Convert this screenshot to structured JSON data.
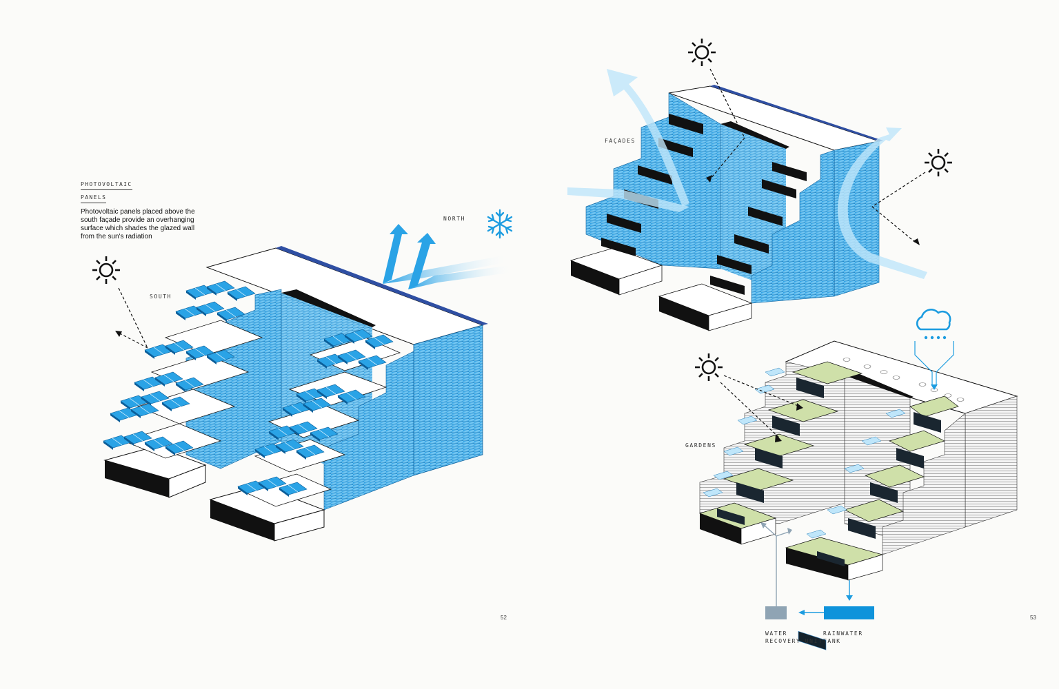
{
  "left_page": {
    "heading_line1": "PHOTOVOLTAIC",
    "heading_line2": "PANELS",
    "description": "Photovoltaic panels placed above the south façade provide an overhanging surface which shades the glazed wall from the sun's radiation",
    "label_south": "SOUTH",
    "label_north": "NORTH",
    "page_number": "52"
  },
  "right_page": {
    "label_facades": "FAÇADES",
    "label_gardens": "GARDENS",
    "label_water_recovery_line1": "WATER",
    "label_water_recovery_line2": "RECOVERY UNIT",
    "label_rainwater_line1": "RAINWATER",
    "label_rainwater_line2": "TANK",
    "page_number": "53"
  },
  "colors": {
    "glass_blue": "#2aa3e6",
    "glass_light": "#bfe6fa",
    "arrow_blue": "#1c9ce0",
    "garden_green": "#cfe0a9",
    "recovery_unit": "#8fa4b4",
    "tank_blue": "#0f93db",
    "ink": "#111111"
  },
  "icons": [
    "sun-icon",
    "snowflake-icon",
    "rain-cloud-icon"
  ]
}
